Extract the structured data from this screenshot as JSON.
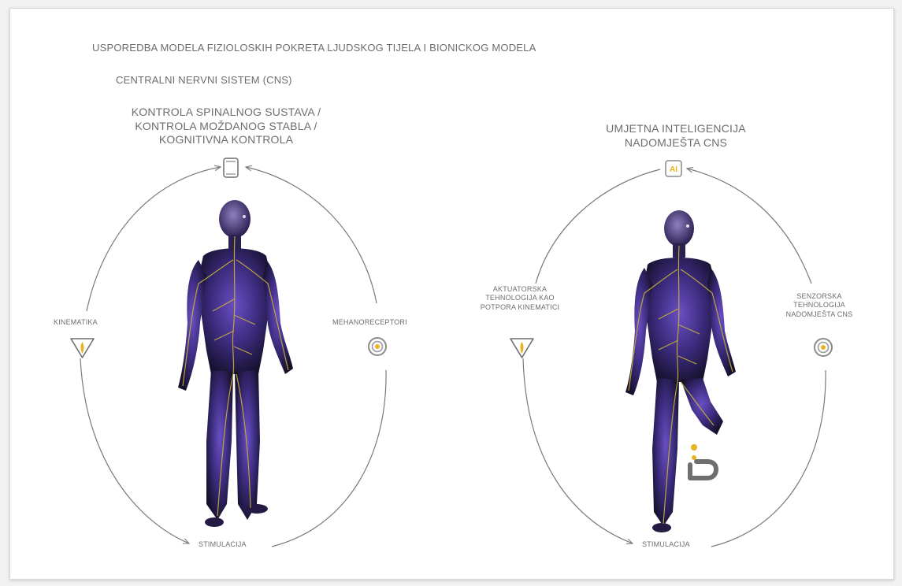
{
  "title": "USPOREDBA MODELA FIZIOLOSKIH POKRETA LJUDSKOG TIJELA I BIONICKOG MODELA",
  "subtitle": "CENTRALNI NERVNI SISTEM (CNS)",
  "left": {
    "top_label": [
      "KONTROLA SPINALNOG SUSTAVA /",
      "KONTROLA MOŽDANOG STABLA /",
      "KOGNITIVNA KONTROLA"
    ],
    "left_label": "KINEMATIKA",
    "right_label": "MEHANORECEPTORI",
    "bottom_label": "STIMULACIJA",
    "top_icon": "tablet-icon",
    "left_icon": "triangle-icon",
    "right_icon": "target-icon"
  },
  "right": {
    "top_label": [
      "UMJETNA INTELIGENCIJA",
      "NADOMJEŠTA CNS"
    ],
    "left_label": [
      "AKTUATORSKA",
      "TEHNOLOGIJA KAO",
      "POTPORA KINEMATICI"
    ],
    "right_label": [
      "SENZORSKA",
      "TEHNOLOGIJA",
      "NADOMJEŠTA CNS"
    ],
    "bottom_label": "STIMULACIJA",
    "top_icon_text": "AI",
    "left_icon": "triangle-icon",
    "right_icon": "target-icon",
    "logo": "ottobock-logo-icon"
  },
  "colors": {
    "accent": "#e8b21d",
    "figure_dark": "#1c1534",
    "figure_glow": "#5b3fb0",
    "nerve": "#c8b23a",
    "line": "#7a7a7a"
  }
}
